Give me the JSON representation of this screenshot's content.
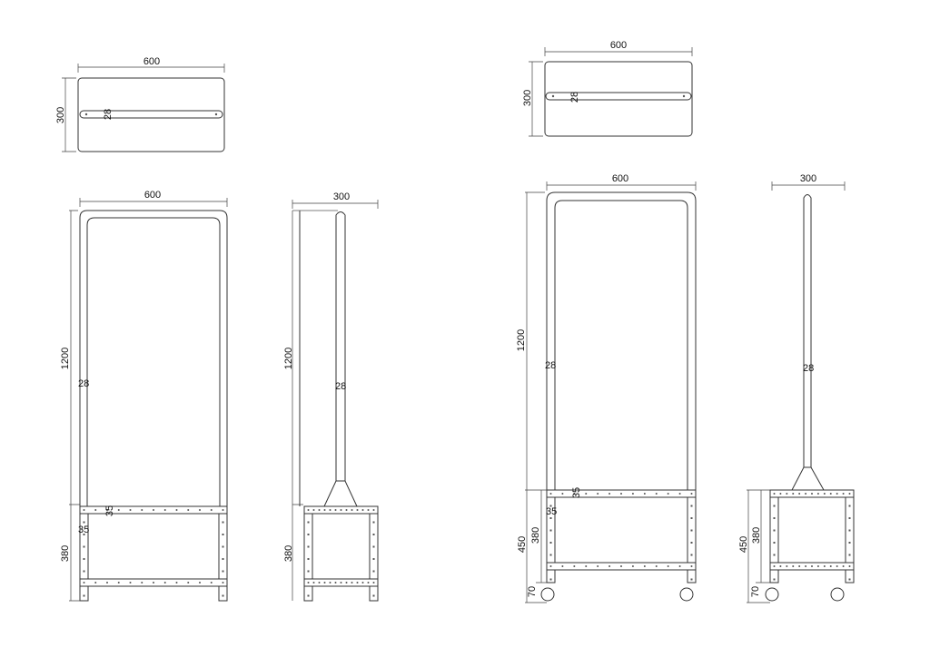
{
  "plan_left": {
    "width": "600",
    "depth": "300",
    "tube": "28"
  },
  "plan_right": {
    "width": "600",
    "depth": "300",
    "tube": "28"
  },
  "front_left": {
    "width": "600",
    "height": "1200",
    "tube": "28",
    "base_height": "380",
    "rail": "35",
    "post": "35"
  },
  "side_left": {
    "depth": "300",
    "height": "1200",
    "tube": "28",
    "base_height": "380"
  },
  "front_right": {
    "width": "600",
    "height": "1200",
    "tube": "28",
    "base_height": "380",
    "total_base": "450",
    "wheel": "70",
    "rail": "35",
    "post": "35"
  },
  "side_right": {
    "depth": "300",
    "tube": "28",
    "base_height": "380",
    "total_base": "450",
    "wheel": "70"
  },
  "colors": {
    "line": "#333333",
    "background": "#ffffff"
  }
}
